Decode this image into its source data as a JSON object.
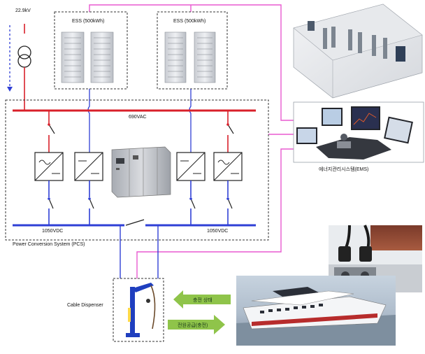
{
  "grid": {
    "voltage_label": "22.9kV"
  },
  "ess": [
    {
      "label": "ESS  (500kWh)"
    },
    {
      "label": "ESS  (500kWh)"
    }
  ],
  "pcs": {
    "ac_bus_label": "690VAC",
    "dc_bus_left_label": "1050VDC",
    "dc_bus_right_label": "1050VDC",
    "title": "Power Conversion System  (PCS)"
  },
  "ems": {
    "label": "에너지관리시스템(EMS)"
  },
  "dispenser": {
    "label": "Cable Dispenser"
  },
  "arrows": {
    "status_label": "충전 상태",
    "power_label": "전원공급(충전)"
  },
  "colors": {
    "ac_line": "#d9202a",
    "dc_line": "#2f3fd6",
    "signal_line": "#e85ad0",
    "arrow_green": "#8fc44a",
    "dispenser_blue": "#1f3fbf"
  }
}
